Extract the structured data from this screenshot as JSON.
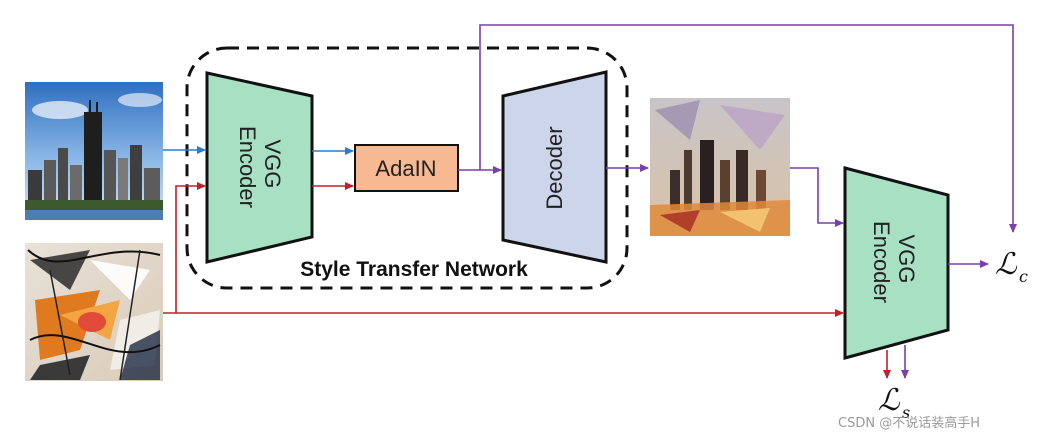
{
  "diagram": {
    "encoder_left": {
      "line1": "VGG",
      "line2": "Encoder"
    },
    "adain_label": "AdaIN",
    "decoder_label": "Decoder",
    "network_caption": "Style Transfer Network",
    "encoder_right": {
      "line1": "VGG",
      "line2": "Encoder"
    },
    "loss_content": {
      "symbol": "ℒ",
      "subscript": "c"
    },
    "loss_style": {
      "symbol": "ℒ",
      "subscript": "s"
    },
    "images": {
      "content": "content-image-city-skyline",
      "style": "style-image-abstract-painting",
      "output": "stylized-output-image"
    },
    "colors": {
      "encoder_fill": "#a8e0c3",
      "adain_fill": "#f7b991",
      "decoder_fill": "#ccd5ea",
      "content_arrow": "#2b7bd0",
      "style_arrow": "#c0202a",
      "feature_arrow": "#7a3eb0"
    }
  },
  "watermark": "CSDN @不说话装高手H"
}
